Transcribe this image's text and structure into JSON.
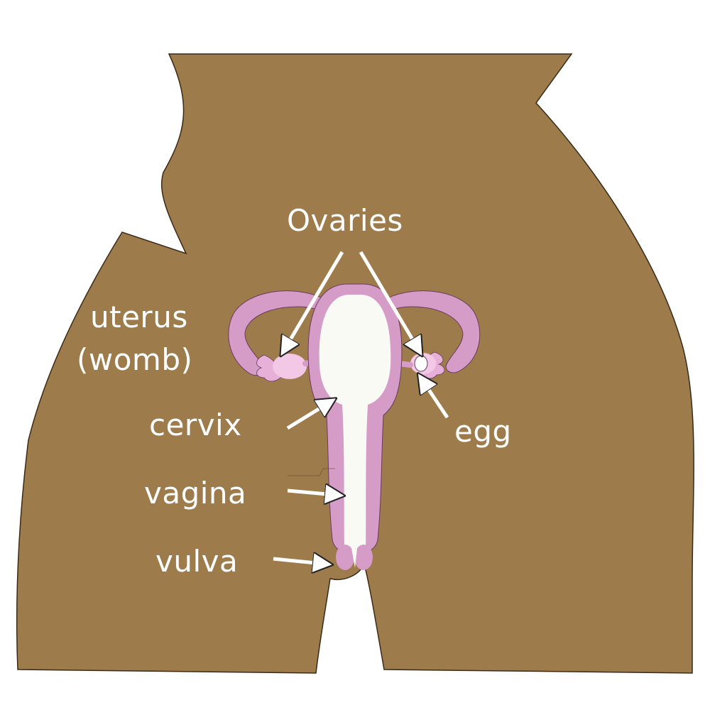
{
  "labels": {
    "ovaries": "Ovaries",
    "uterus": "uterus",
    "womb": "(womb)",
    "cervix": "cervix",
    "vagina": "vagina",
    "vulva": "vulva",
    "egg": "egg"
  },
  "colors": {
    "body": "#9e7b4b",
    "organ": "#d69cc8",
    "organ_light": "#f2c8e6",
    "cavity": "#fafaf5",
    "label": "#ffffff",
    "outline": "#3a2a17"
  }
}
